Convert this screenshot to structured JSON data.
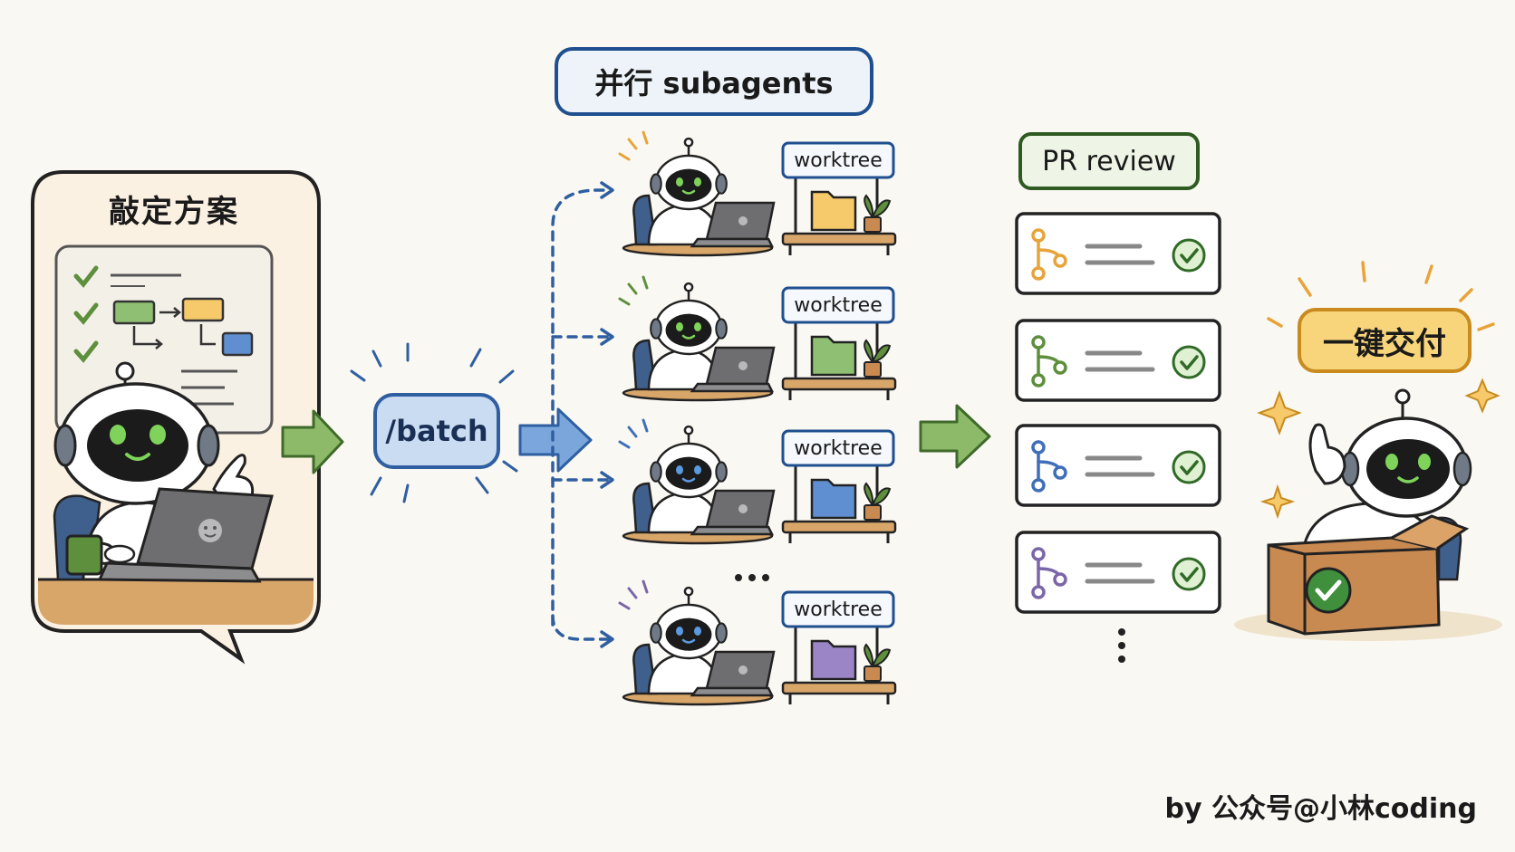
{
  "plan": {
    "title": "敲定方案"
  },
  "batch": {
    "label": "/batch"
  },
  "parallel": {
    "title": "并行 subagents"
  },
  "agents": [
    {
      "worktree_label": "worktree",
      "folder_color": "#f6c96a",
      "spark_color": "#e8a33a"
    },
    {
      "worktree_label": "worktree",
      "folder_color": "#8fbf72",
      "spark_color": "#5e8f3d"
    },
    {
      "worktree_label": "worktree",
      "folder_color": "#5f8fd0",
      "spark_color": "#3f6fb8"
    },
    {
      "worktree_label": "worktree",
      "folder_color": "#9b85c7",
      "spark_color": "#7a66a8"
    }
  ],
  "review": {
    "title": "PR review",
    "cards": [
      {
        "branch_color": "#e8a33a"
      },
      {
        "branch_color": "#5e8f3d"
      },
      {
        "branch_color": "#3f6fb8"
      },
      {
        "branch_color": "#7a66a8"
      }
    ]
  },
  "deliver": {
    "label": "一键交付"
  },
  "credit": {
    "text": "by 公众号@小林coding"
  },
  "colors": {
    "green_arrow": "#8cba68",
    "blue_accent": "#2f5fa0",
    "yellow_accent": "#f5c766",
    "ink": "#222222"
  }
}
